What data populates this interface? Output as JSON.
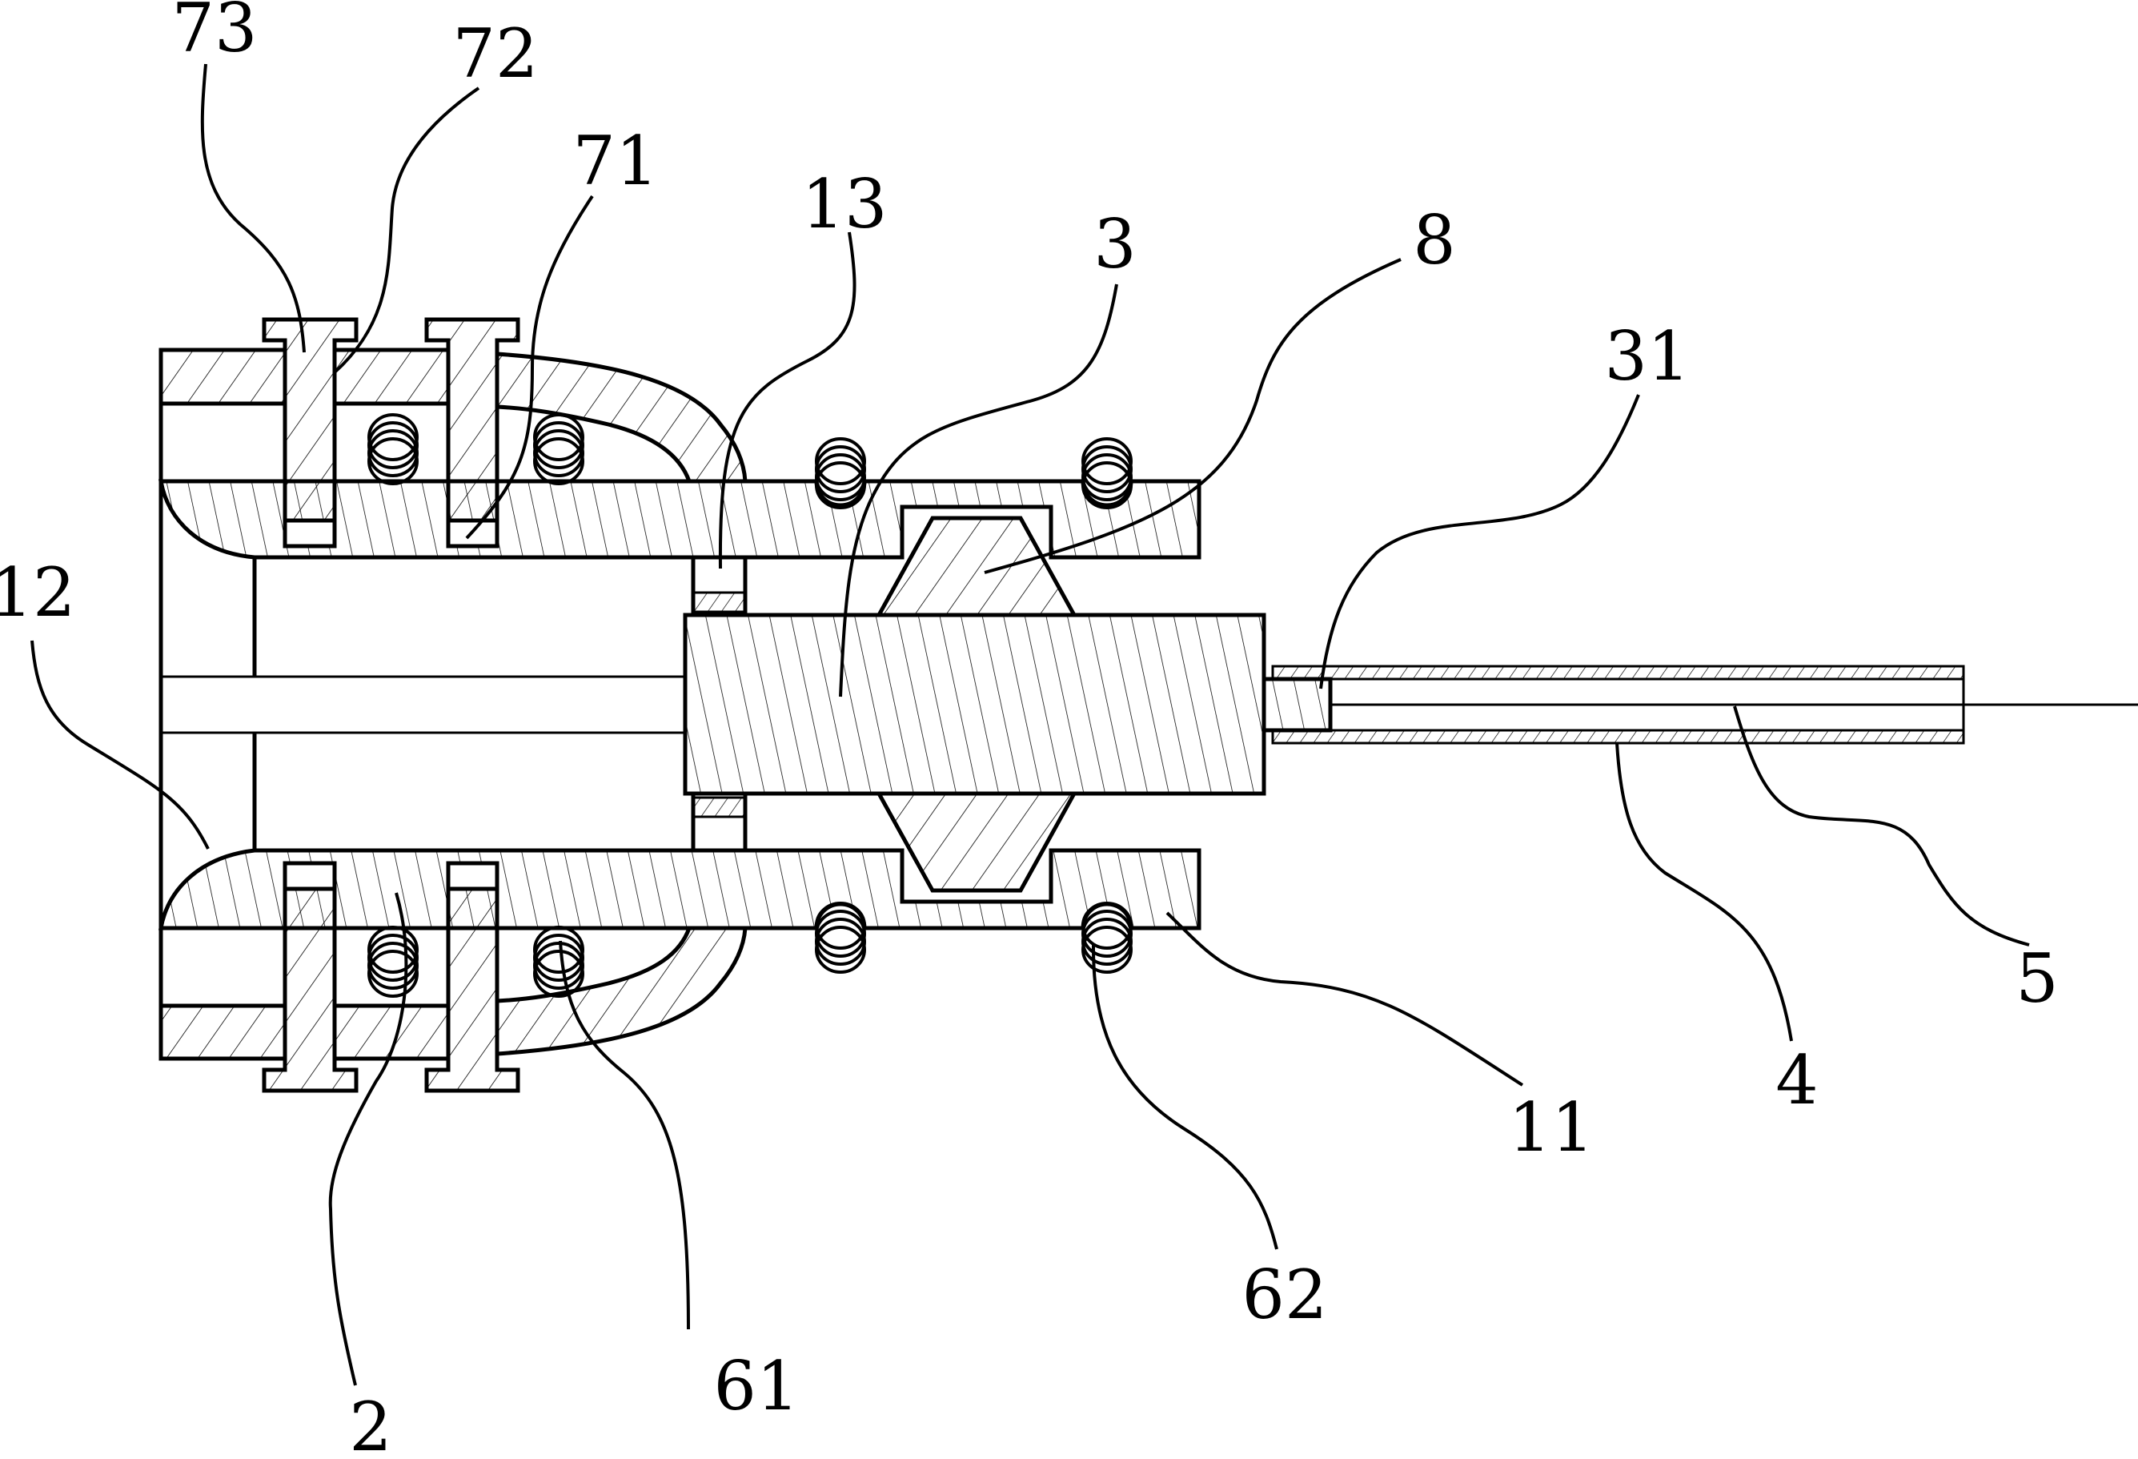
{
  "figure": {
    "type": "mechanical cross-section (patent drawing)",
    "background_color": "#ffffff",
    "line_color": "#000000"
  },
  "labels": [
    {
      "id": "73",
      "text": "73"
    },
    {
      "id": "72",
      "text": "72"
    },
    {
      "id": "71",
      "text": "71"
    },
    {
      "id": "13",
      "text": "13"
    },
    {
      "id": "3",
      "text": "3"
    },
    {
      "id": "8",
      "text": "8"
    },
    {
      "id": "31",
      "text": "31"
    },
    {
      "id": "12",
      "text": "12"
    },
    {
      "id": "5",
      "text": "5"
    },
    {
      "id": "4",
      "text": "4"
    },
    {
      "id": "11",
      "text": "11"
    },
    {
      "id": "62",
      "text": "62"
    },
    {
      "id": "61",
      "text": "61"
    },
    {
      "id": "2",
      "text": "2"
    }
  ]
}
